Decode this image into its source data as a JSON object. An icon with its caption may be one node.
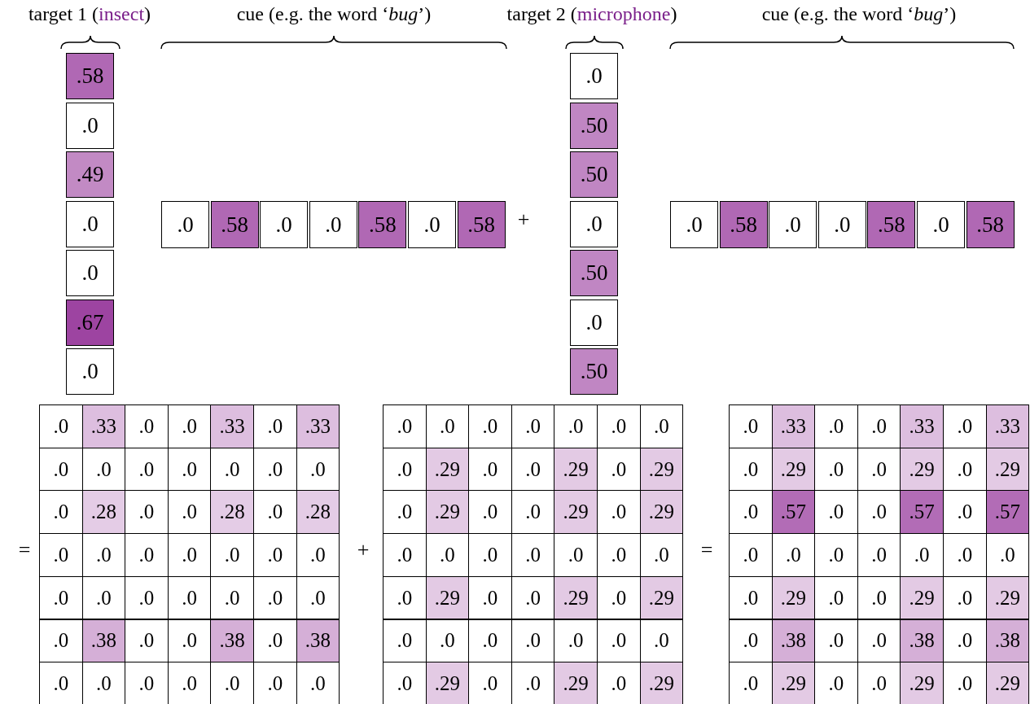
{
  "diagram": {
    "labels": [
      "target 1 (insect)",
      "cue (e.g. the word ‘*bug*’)",
      "target 2 (microphone)",
      "cue (e.g. the word ‘*bug*’)",
      ".58",
      ".0",
      ".49",
      ".0",
      ".0",
      ".67",
      ".0",
      ".0",
      ".58",
      ".0",
      ".0",
      ".58",
      ".0",
      ".58",
      "+",
      ".0",
      ".50",
      ".50",
      ".0",
      ".50",
      ".0",
      ".50",
      ".0",
      ".58",
      ".0",
      ".0",
      ".58",
      ".0",
      ".58",
      "=",
      ".0",
      ".33",
      ".0",
      ".0",
      ".33",
      ".0",
      ".33",
      ".0",
      ".0",
      ".0",
      ".0",
      ".0",
      ".0",
      ".0",
      ".0",
      ".28",
      ".0",
      ".0",
      ".28",
      ".0",
      ".28",
      ".0",
      ".0",
      ".0",
      ".0",
      ".0",
      ".0",
      ".0",
      ".0",
      ".0",
      ".0",
      ".0",
      ".0",
      ".0",
      ".0",
      ".0",
      ".38",
      ".0",
      ".0",
      ".38",
      ".0",
      ".38",
      ".0",
      ".0",
      ".0",
      ".0",
      ".0",
      ".0",
      ".0",
      "+",
      ".0",
      ".0",
      ".0",
      ".0",
      ".0",
      ".0",
      ".0",
      ".0",
      ".29",
      ".0",
      ".0",
      ".29",
      ".0",
      ".29",
      ".0",
      ".29",
      ".0",
      ".0",
      ".29",
      ".0",
      ".29",
      ".0",
      ".0",
      ".0",
      ".0",
      ".0",
      ".0",
      ".0",
      ".0",
      ".29",
      ".0",
      ".0",
      ".29",
      ".0",
      ".29",
      ".0",
      ".0",
      ".0",
      ".0",
      ".0",
      ".0",
      ".0",
      ".0",
      ".29",
      ".0",
      ".0",
      ".29",
      ".0",
      ".29",
      "=",
      ".0",
      ".33",
      ".0",
      ".0",
      ".33",
      ".0",
      ".33",
      ".0",
      ".29",
      ".0",
      ".0",
      ".29",
      ".0",
      ".29",
      ".0",
      ".57",
      ".0",
      ".0",
      ".57",
      ".0",
      ".57",
      ".0",
      ".0",
      ".0",
      ".0",
      ".0",
      ".0",
      ".0",
      ".0",
      ".29",
      ".0",
      ".0",
      ".29",
      ".0",
      ".29",
      ".0",
      ".38",
      ".0",
      ".0",
      ".38",
      ".0",
      ".38",
      ".0",
      ".29",
      ".0",
      ".0",
      ".29",
      ".0",
      ".29"
    ]
  }
}
